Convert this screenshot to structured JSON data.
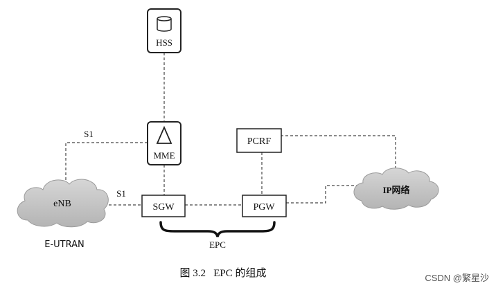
{
  "nodes": {
    "hss": "HSS",
    "mme": "MME",
    "pcrf": "PCRF",
    "sgw": "SGW",
    "pgw": "PGW",
    "enb": "eNB",
    "ip_network": "IP网络"
  },
  "interfaces": {
    "s1_upper": "S1",
    "s1_lower": "S1"
  },
  "groups": {
    "epc": "EPC",
    "eutran": "E-UTRAN"
  },
  "caption": "图 3.2   EPC 的组成",
  "watermark": "CSDN @繁星沙"
}
